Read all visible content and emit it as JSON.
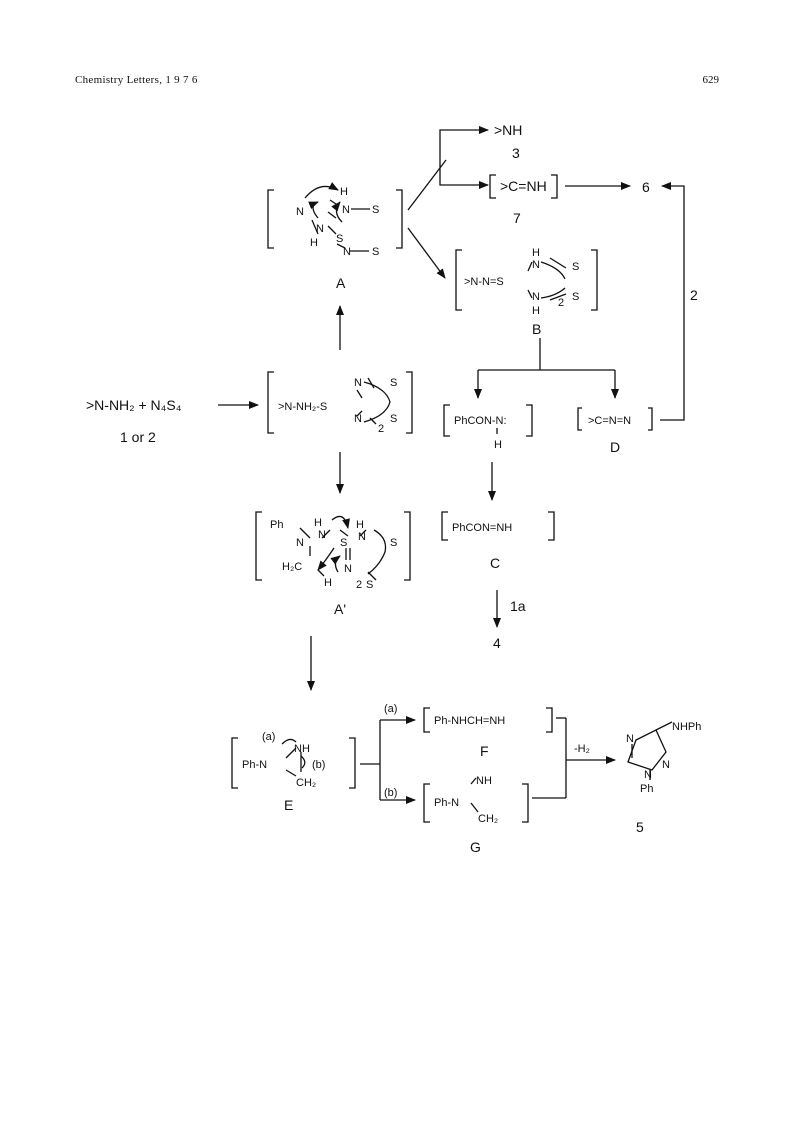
{
  "header": {
    "journal": "Chemistry  Letters,  1 9 7 6",
    "page": "629"
  },
  "scheme": {
    "sulfur": "S",
    "top_product": ">NH",
    "top_product_num": "3",
    "c_nh": ">C=NH",
    "c_nh_num": "7",
    "product_6": "6",
    "A_label": "A",
    "B_label": "B",
    "B_text": ">N-N=S",
    "reagent_num_2": "2",
    "reactants": ">N-NH₂ + N₄S₄",
    "reactant_nums": "1 or 2",
    "intermediate": ">N-NH₂-S",
    "PhCON_text": "PhCON-N:",
    "H": "H",
    "D_text": ">C=N=N",
    "D_label": "D",
    "Ap_label": "A'",
    "C_text": "PhCON=NH",
    "C_label": "C",
    "reagent_1a": "1a",
    "product_4": "4",
    "E_label": "E",
    "path_a": "(a)",
    "path_b": "(b)",
    "F_text": "Ph-NHCH=NH",
    "F_label": "F",
    "G_label": "G",
    "minus_H2": "-H₂",
    "triazole_sub": "NHPh",
    "triazole_Ph": "Ph",
    "product_5": "5",
    "Ph_N": "Ph-N",
    "CH2": "CH₂",
    "Ph": "Ph",
    "H2C": "H₂C",
    "NH": "NH",
    "N": "N",
    "subscript_2": "2"
  }
}
